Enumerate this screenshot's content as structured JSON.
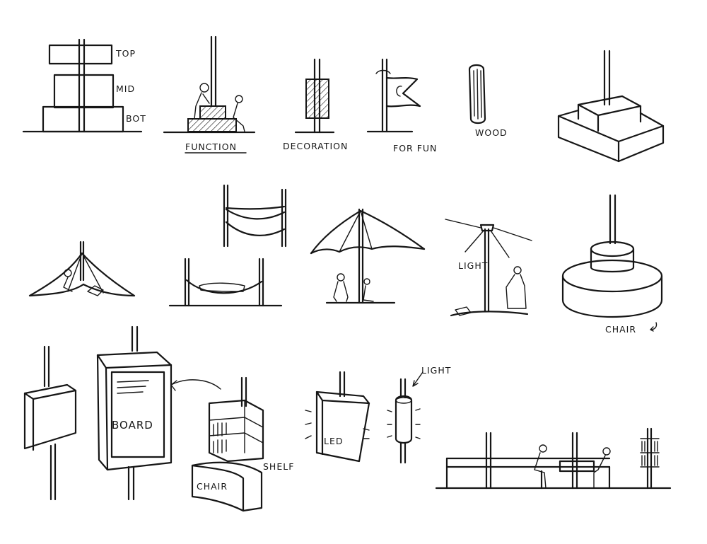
{
  "labels": {
    "top": "TOP",
    "mid": "MID",
    "bot": "BOT",
    "function": "FUNCTION",
    "decoration": "DECORATION",
    "for_fun": "FOR FUN",
    "wood": "WOOD",
    "light_lamp": "LIGHT",
    "chair_round": "CHAIR",
    "board": "BOARD",
    "shelf": "SHELF",
    "chair_bench": "CHAIR",
    "led": "LED",
    "light_cyl": "LIGHT"
  },
  "colors": {
    "ink": "#161616",
    "paper": "#ffffff"
  }
}
